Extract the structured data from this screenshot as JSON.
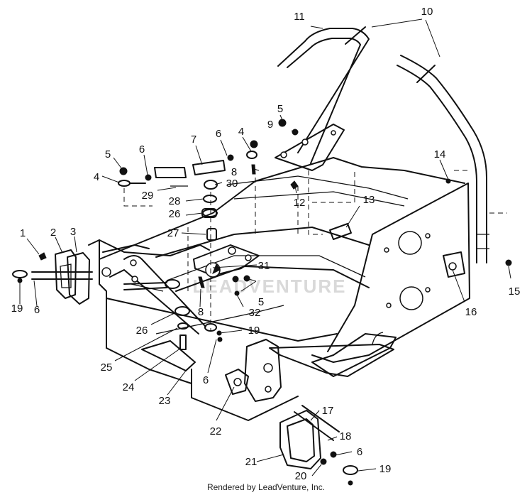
{
  "callouts": [
    {
      "id": 1,
      "label": "1"
    },
    {
      "id": 2,
      "label": "2"
    },
    {
      "id": 3,
      "label": "3"
    },
    {
      "id": 4,
      "label": "4"
    },
    {
      "id": 5,
      "label": "5"
    },
    {
      "id": 6,
      "label": "6"
    },
    {
      "id": 7,
      "label": "7"
    },
    {
      "id": 8,
      "label": "8"
    },
    {
      "id": 9,
      "label": "9"
    },
    {
      "id": 10,
      "label": "10"
    },
    {
      "id": 11,
      "label": "11"
    },
    {
      "id": 12,
      "label": "12"
    },
    {
      "id": 13,
      "label": "13"
    },
    {
      "id": 14,
      "label": "14"
    },
    {
      "id": 15,
      "label": "15"
    },
    {
      "id": 16,
      "label": "16"
    },
    {
      "id": 17,
      "label": "17"
    },
    {
      "id": 18,
      "label": "18"
    },
    {
      "id": 19,
      "label": "19"
    },
    {
      "id": 20,
      "label": "20"
    },
    {
      "id": 21,
      "label": "21"
    },
    {
      "id": 22,
      "label": "22"
    },
    {
      "id": 23,
      "label": "23"
    },
    {
      "id": 24,
      "label": "24"
    },
    {
      "id": 25,
      "label": "25"
    },
    {
      "id": 26,
      "label": "26"
    },
    {
      "id": 27,
      "label": "27"
    },
    {
      "id": 28,
      "label": "28"
    },
    {
      "id": 29,
      "label": "29"
    },
    {
      "id": 30,
      "label": "30"
    },
    {
      "id": 31,
      "label": "31"
    },
    {
      "id": 32,
      "label": "32"
    }
  ],
  "watermark": "LEADVENTURE",
  "footer": "Rendered by LeadVenture, Inc."
}
